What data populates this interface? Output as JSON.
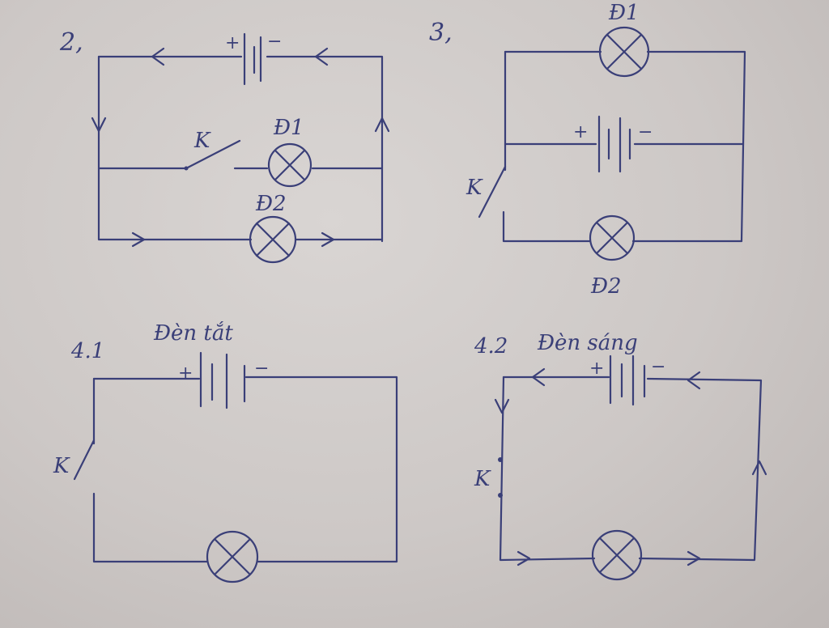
{
  "diagram2": {
    "number": "2,",
    "switch": "K",
    "lamp1": "Đ1",
    "lamp2": "Đ2",
    "plus": "+",
    "minus": "−"
  },
  "diagram3": {
    "number": "3,",
    "lamp1": "Đ1",
    "lamp2": "Đ2",
    "switch": "K",
    "plus": "+",
    "minus": "−"
  },
  "diagram41": {
    "number": "4.1",
    "caption": "Đèn tắt",
    "switch": "K",
    "plus": "+",
    "minus": "−"
  },
  "diagram42": {
    "number": "4.2",
    "caption": "Đèn sáng",
    "switch": "K",
    "plus": "+",
    "minus": "−"
  }
}
